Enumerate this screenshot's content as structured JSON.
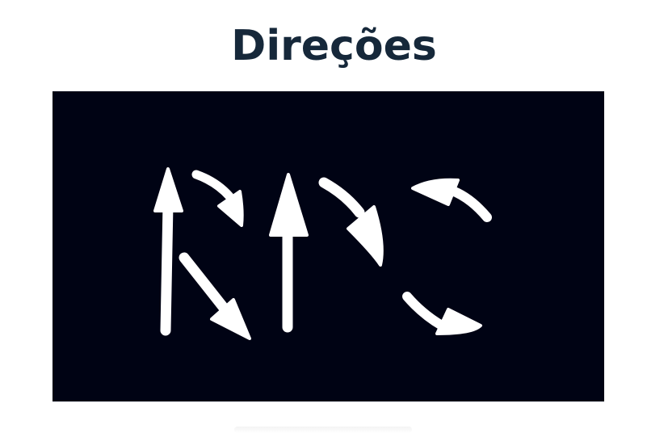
{
  "page": {
    "title": "Direções"
  },
  "figure": {
    "background_color": "#000314",
    "stroke_color": "#ffffff",
    "arrows": [
      {
        "kind": "straight",
        "direction": "up"
      },
      {
        "kind": "curved",
        "direction": "down-right"
      },
      {
        "kind": "straight",
        "direction": "down-right"
      },
      {
        "kind": "straight",
        "direction": "up"
      },
      {
        "kind": "curved",
        "direction": "down"
      },
      {
        "kind": "curved",
        "direction": "up-left"
      },
      {
        "kind": "curved",
        "direction": "down-right"
      }
    ]
  }
}
